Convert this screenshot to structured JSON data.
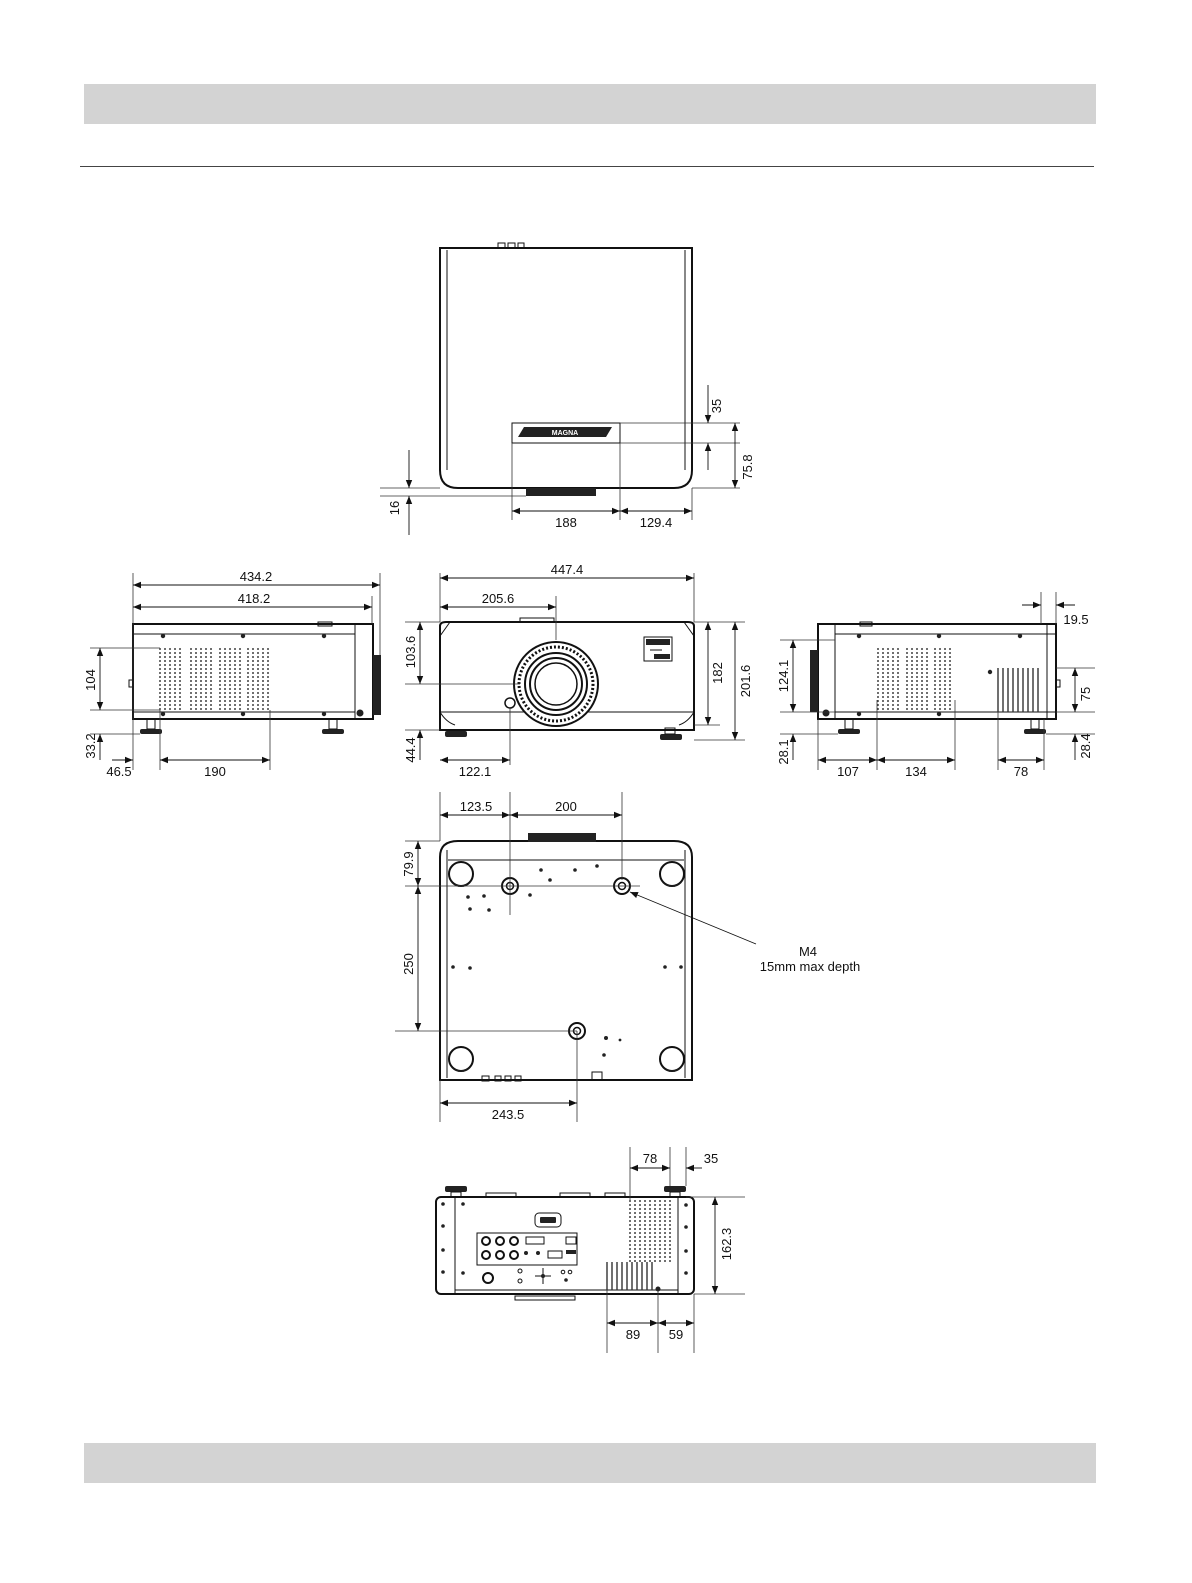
{
  "top_view": {
    "dims": [
      "35",
      "75.8",
      "16",
      "188",
      "129.4"
    ],
    "brand": "MAGNA"
  },
  "left_view": {
    "dims": [
      "434.2",
      "418.2",
      "104",
      "33.2",
      "46.5",
      "190"
    ]
  },
  "front_view": {
    "dims": [
      "447.4",
      "205.6",
      "103.6",
      "182",
      "201.6",
      "44.4",
      "122.1"
    ]
  },
  "right_view": {
    "dims": [
      "19.5",
      "124.1",
      "75",
      "28.1",
      "107",
      "134",
      "78",
      "28.4"
    ]
  },
  "bottom_view": {
    "dims": [
      "123.5",
      "200",
      "79.9",
      "250",
      "243.5"
    ],
    "note_line1": "M4",
    "note_line2": "15mm max depth"
  },
  "rear_view": {
    "dims": [
      "78",
      "35",
      "162.3",
      "89",
      "59"
    ]
  }
}
